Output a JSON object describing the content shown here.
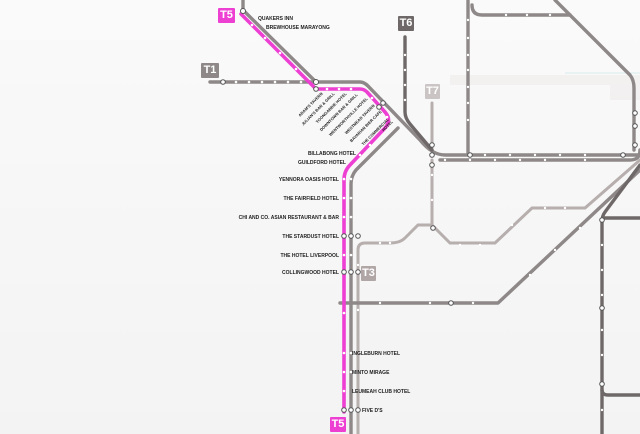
{
  "lines": {
    "t5": {
      "label": "T5",
      "color": "#ee3fd3"
    },
    "t5_bottom": {
      "label": "T5"
    },
    "t1": {
      "label": "T1",
      "color": "#8e8888"
    },
    "t6": {
      "label": "T6",
      "color": "#6f6868"
    },
    "t7": {
      "label": "T7",
      "color": "#c9c2c2"
    },
    "t3": {
      "label": "T3",
      "color": "#b0a6a6"
    }
  },
  "stations": {
    "quakers_inn": "QUAKERS INN",
    "brewhouse": "BREWHOUSE MARAYONG",
    "adams": "ADAM'S TAVERN",
    "julians": "JULIAN'S BAR & GRILL",
    "toongabbie": "TOONGABBIE HOTEL",
    "downtown": "DOWNTOWN BAR & GRILL",
    "wentworthville": "WENTWORTHVILLE HOTEL",
    "westmead": "WESTMEAD TAVERN",
    "bavarian": "BAVARIAN BIER CAFE",
    "commercial": "THE COMMERCIAL HOTEL",
    "billabong": "BILLABONG HOTEL",
    "guildford": "GUILDFORD HOTEL",
    "yennora": "YENNORA OASIS HOTEL",
    "fairfield": "THE FAIRFIELD HOTEL",
    "chi": "CHI AND CO. ASIAN RESTAURANT & BAR",
    "stardust": "THE STARDUST HOTEL",
    "liverpool": "THE HOTEL LIVERPOOL",
    "collingwood": "COLLINGWOOD HOTEL",
    "ingleburn": "INGLEBURN HOTEL",
    "minto": "MINTO MIRAGE",
    "leumeah": "LEUMEAH CLUB HOTEL",
    "five_ds": "FIVE D'S"
  }
}
